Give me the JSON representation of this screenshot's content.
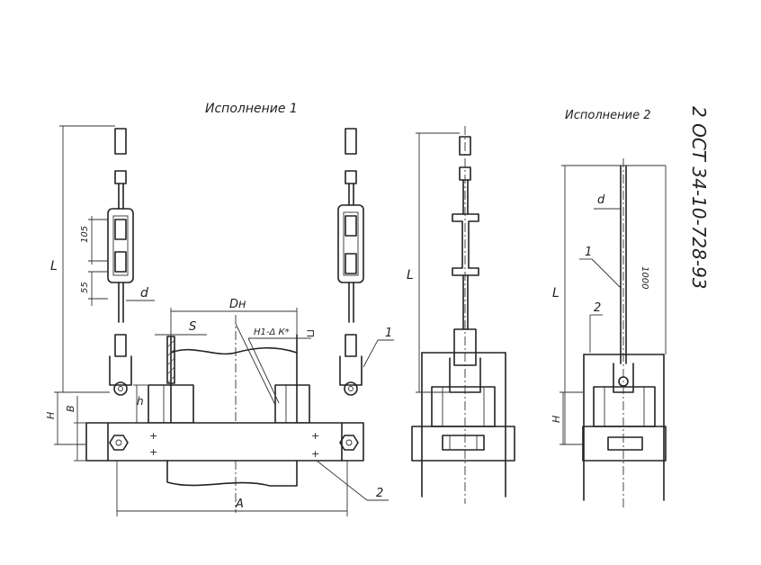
{
  "titles": {
    "variant1": "Исполнение 1",
    "variant2": "Исполнение 2"
  },
  "standard_code": "2 ОСТ 34-10-728-93",
  "dimensions": {
    "L_left": "L",
    "dim_105": "105",
    "dim_55": "55",
    "d_left": "d",
    "Dn": "Dн",
    "S": "S",
    "weld_mark": "Н1-Δ К*",
    "h": "h",
    "H_left": "H",
    "B": "B",
    "A": "A",
    "L_mid": "L",
    "L_right": "L",
    "d_right": "d",
    "dim_1000": "1000",
    "H_right": "H"
  },
  "callouts": {
    "pos1_left": "1",
    "pos2_left": "2",
    "pos1_right": "1",
    "pos2_right": "2"
  }
}
